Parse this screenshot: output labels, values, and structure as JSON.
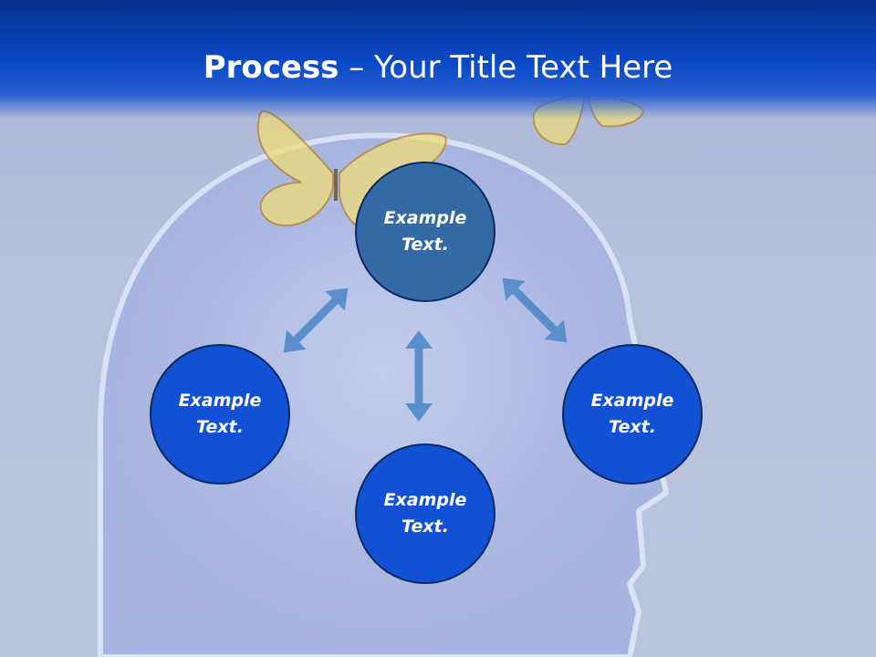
{
  "title": {
    "bold": "Process",
    "rest": " – Your Title Text Here"
  },
  "nodes": {
    "top": {
      "line1": "Example",
      "line2": "Text."
    },
    "left": {
      "line1": "Example",
      "line2": "Text."
    },
    "right": {
      "line1": "Example",
      "line2": "Text."
    },
    "bottom": {
      "line1": "Example",
      "line2": "Text."
    }
  },
  "colors": {
    "header": "#0b4bc9",
    "node_fill": "#1251d3",
    "top_node_fill": "#346aa3",
    "arrow": "#5b8fcb"
  },
  "icons": [
    "butterfly-icon",
    "butterfly-icon",
    "head-silhouette"
  ]
}
